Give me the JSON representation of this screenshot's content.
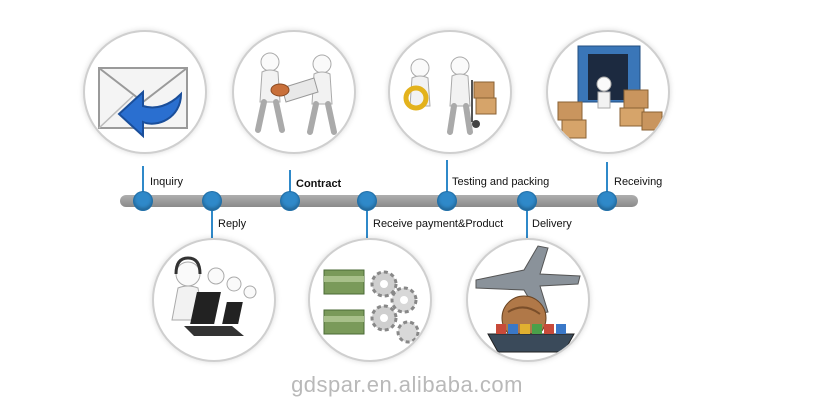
{
  "steps": {
    "inquiry": "Inquiry",
    "reply": "Reply",
    "contract": "Contract",
    "receive": "Receive payment&Product",
    "testing": "Testing and packing",
    "delivery": "Delivery",
    "receiving": "Receiving"
  },
  "watermark": "gdspar.en.alibaba.com",
  "colors": {
    "node": "#2f89c9",
    "timeline": "#999999",
    "arrow": "#2a6fd0"
  },
  "icons": {
    "inquiry": "envelope-reply-icon",
    "contract": "handshake-document-icon",
    "testing": "magnifier-cart-icon",
    "receiving": "container-boxes-icon",
    "reply": "call-center-icon",
    "receive": "money-gears-icon",
    "delivery": "plane-ship-globe-icon"
  }
}
